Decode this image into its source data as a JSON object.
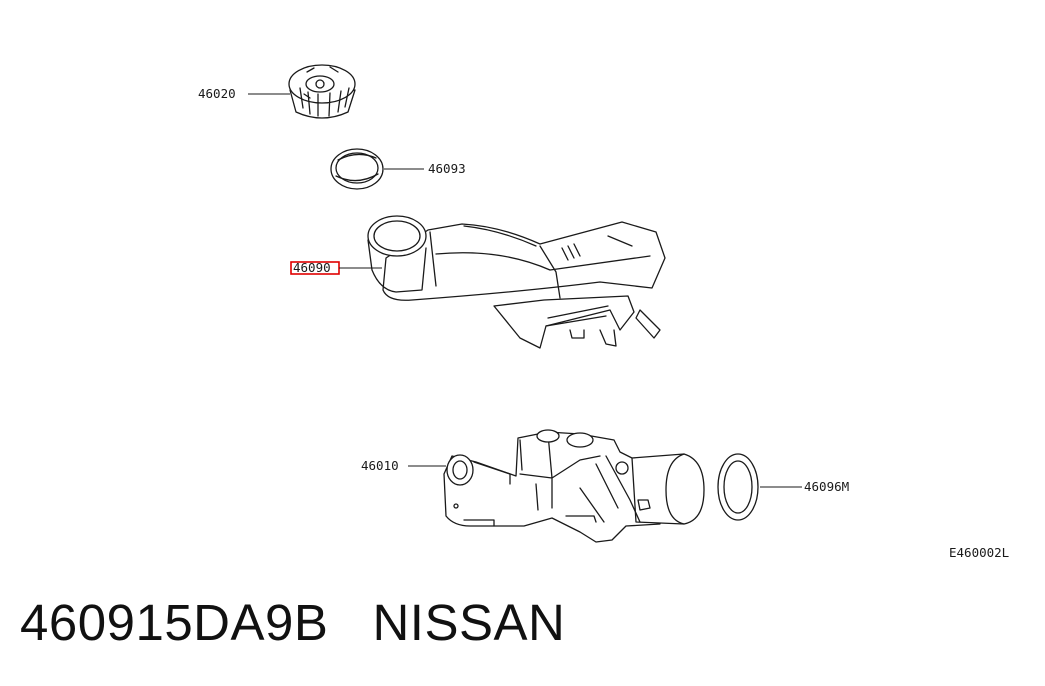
{
  "callouts": {
    "cap": "46020",
    "strainer": "46093",
    "reservoir": "46090",
    "master_cylinder": "46010",
    "grommet": "46096M"
  },
  "diagram_code": "E460002L",
  "caption": {
    "part_number": "460915DA9B",
    "brand": "NISSAN"
  },
  "colors": {
    "line": "#1a1a1a",
    "highlight": "#e00000"
  }
}
